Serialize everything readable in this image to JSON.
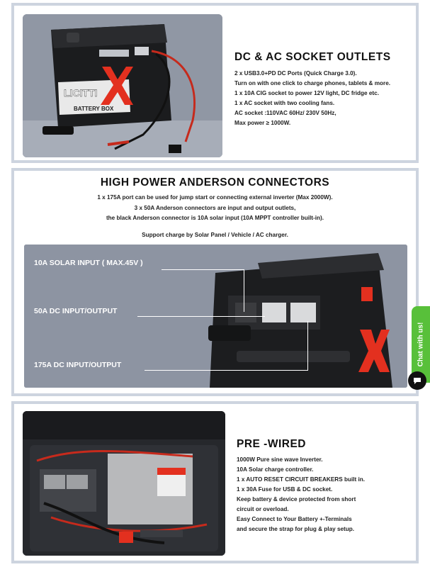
{
  "section1": {
    "title": "DC & AC SOCKET OUTLETS",
    "lines": [
      "2 x USB3.0+PD DC Ports (Quick Charge 3.0).",
      "Turn on with one click to charge phones, tablets & more.",
      "1 x 10A CIG socket to power 12V light, DC fridge etc.",
      "1 x AC socket with two cooling fans.",
      "AC socket :110VAC 60Hz/ 230V 50Hz,",
      "Max power ≥ 1000W."
    ],
    "photo_brand": "LICITTI",
    "photo_label": "BATTERY BOX"
  },
  "section2": {
    "title": "HIGH POWER ANDERSON CONNECTORS",
    "lines": [
      "1 x 175A port can be used for jump start or connecting external inverter (Max 2000W).",
      "3 x 50A Anderson connectors are input and output outlets,",
      "the black Anderson connector is 10A solar input (10A MPPT controller built-in)."
    ],
    "support": "Support charge by Solar Panel / Vehicle / AC charger.",
    "callouts": [
      "10A SOLAR INPUT ( MAX.45V )",
      "50A DC INPUT/OUTPUT",
      "175A DC INPUT/OUTPUT"
    ]
  },
  "section3": {
    "title": "PRE -WIRED",
    "lines": [
      "1000W Pure sine wave Inverter.",
      "10A Solar charge controller.",
      "1 x AUTO RESET CIRCUIT BREAKERS built in.",
      "1 x 30A Fuse for USB & DC socket.",
      "Keep battery & device protected from short",
      "circuit or overload.",
      "Easy Connect to Your Battery +-Terminals",
      "and secure the strap for plug & play setup."
    ]
  },
  "chat": {
    "label": "Chat with us!"
  },
  "colors": {
    "accent_red": "#e3301f",
    "chat_green": "#58c03a",
    "panel_border": "#cdd4df",
    "photo_bg": "#8d94a2"
  }
}
